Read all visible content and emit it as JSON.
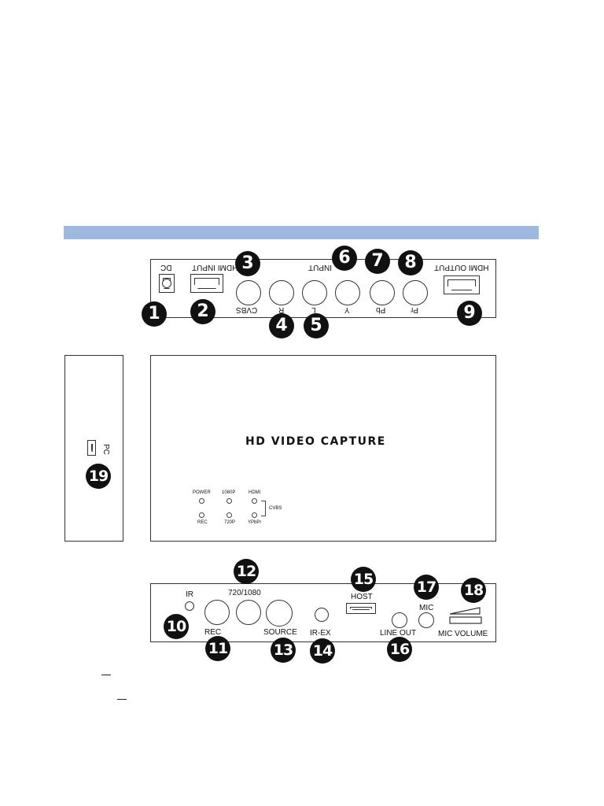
{
  "back_panel": {
    "dc": "DC",
    "hdmi_input": "HDMI INPUT",
    "cvbs": "CVBS",
    "r": "R",
    "l": "L",
    "input": "INPUT",
    "y": "Y",
    "pb": "Pb",
    "pr": "Pr",
    "hdmi_output": "HDMI OUTPUT"
  },
  "side_panel": {
    "pc": "PC"
  },
  "top_panel": {
    "title": "HD VIDEO CAPTURE",
    "led_power": "POWER",
    "led_1080p": "1080P",
    "led_hdmi": "HDMI",
    "led_rec": "REC",
    "led_720p": "720P",
    "led_ypbpr": "YPbPr",
    "led_cvbs": "CVBS"
  },
  "front_panel": {
    "ir": "IR",
    "res": "720/1080",
    "rec": "REC",
    "source": "SOURCE",
    "irex": "IR-EX",
    "host": "HOST",
    "lineout": "LINE OUT",
    "mic": "MIC",
    "micvol": "MIC VOLUME"
  },
  "callouts": [
    "1",
    "2",
    "3",
    "4",
    "5",
    "6",
    "7",
    "8",
    "9",
    "10",
    "11",
    "12",
    "13",
    "14",
    "15",
    "16",
    "17",
    "18",
    "19"
  ]
}
